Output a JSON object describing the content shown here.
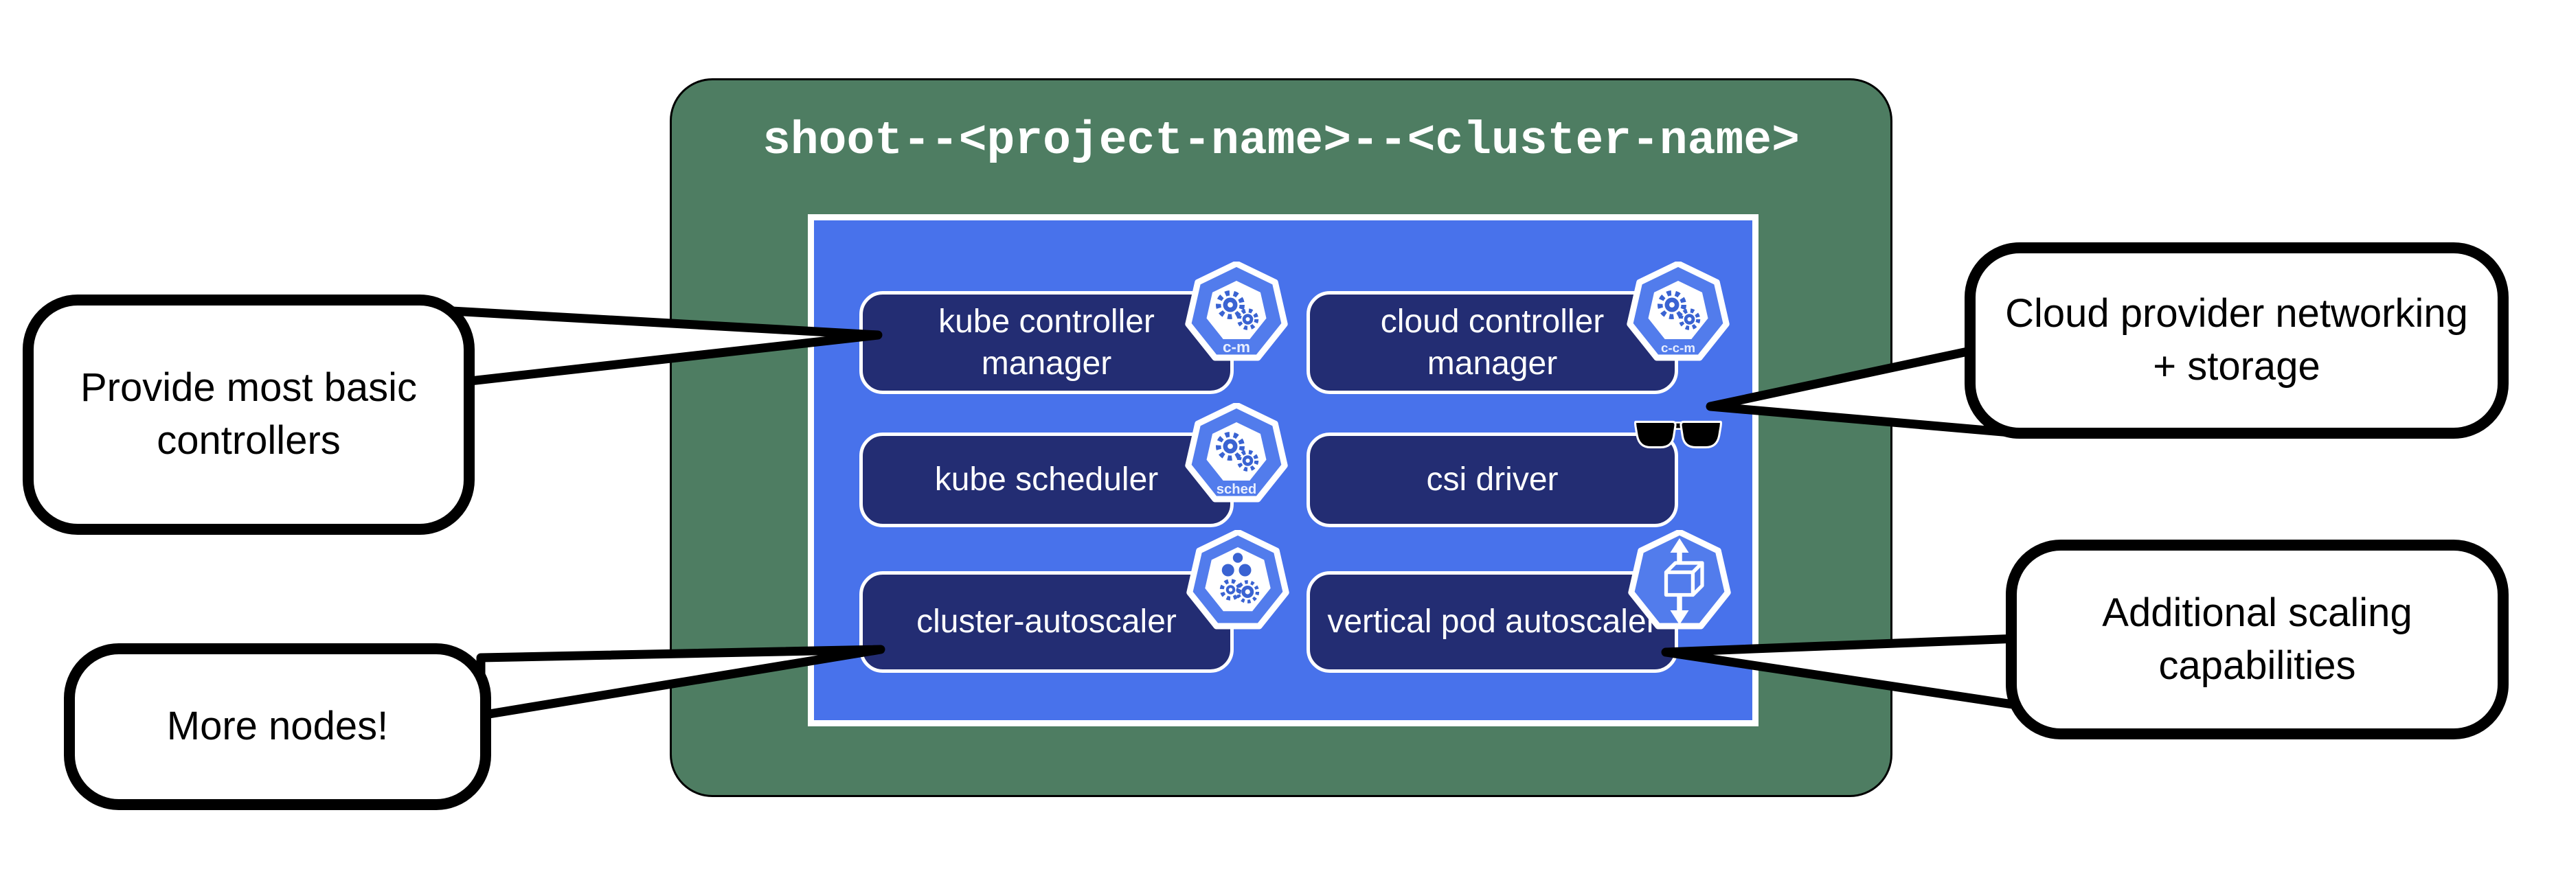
{
  "title": "shoot--<project-name>--<cluster-name>",
  "components": [
    {
      "label": "kube controller manager",
      "badge": "c-m"
    },
    {
      "label": "cloud controller manager",
      "badge": "c-c-m"
    },
    {
      "label": "kube scheduler",
      "badge": "sched"
    },
    {
      "label": "csi driver",
      "badge": ""
    },
    {
      "label": "cluster-autoscaler",
      "badge": ""
    },
    {
      "label": "vertical pod autoscaler",
      "badge": ""
    }
  ],
  "callouts": [
    {
      "text": "Provide most basic controllers"
    },
    {
      "text": "More nodes!"
    },
    {
      "text": "Cloud provider networking + storage"
    },
    {
      "text": "Additional scaling capabilities"
    }
  ],
  "colors": {
    "container_green": "#4e7d62",
    "panel_blue": "#4872eb",
    "box_navy": "#232d73",
    "icon_blue": "#527cec",
    "icon_glyph_blue": "#3a63d2",
    "outline_black": "#000000",
    "text_white": "#ffffff"
  }
}
